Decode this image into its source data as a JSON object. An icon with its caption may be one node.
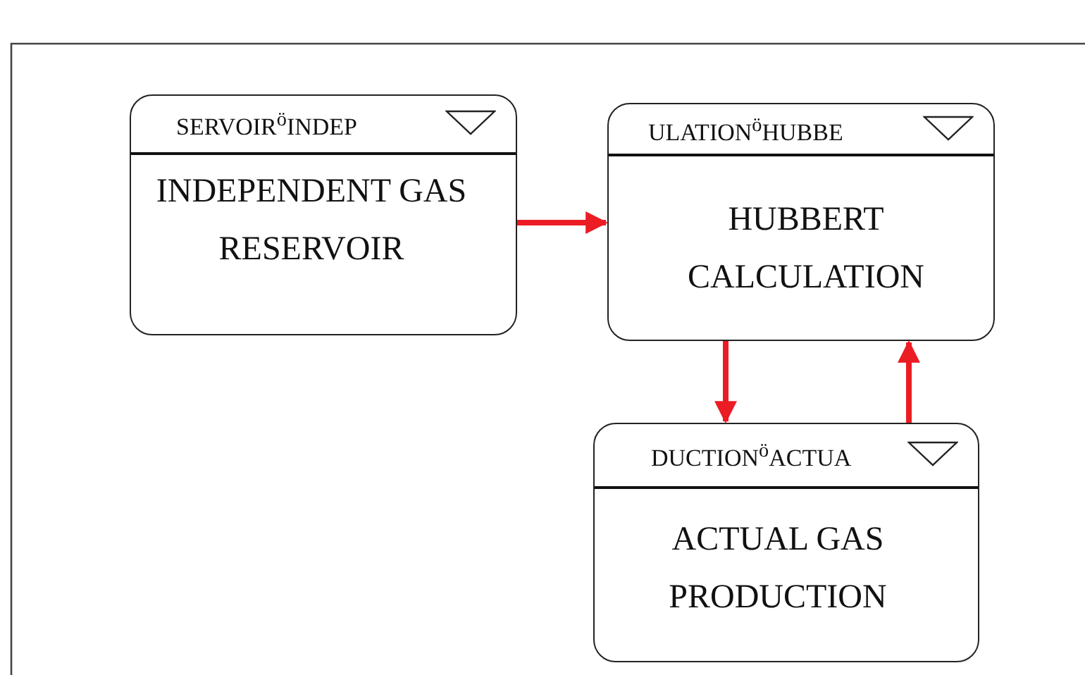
{
  "diagram": {
    "nodes": [
      {
        "text": [
          "SERVOIR$^{ö}$INDEP",
          "INDEPENDENT GAS RESERVOIR"
        ]
      },
      {
        "text": [
          "ULATION$^{ö}$HUBBE",
          "HUBBERT CALCULATION"
        ]
      },
      {
        "text": [
          "DUCTION$^{ö}$ACTUA",
          "ACTUAL GAS PRODUCTION"
        ]
      }
    ],
    "edges": [
      {
        "from": 0,
        "to": 1,
        "arrow": "to",
        "color": "#ec1c24"
      },
      {
        "from": 1,
        "to": 2,
        "arrow": "to",
        "color": "#ec1c24"
      },
      {
        "from": 2,
        "to": 1,
        "arrow": "to",
        "color": "#ec1c24"
      }
    ]
  }
}
